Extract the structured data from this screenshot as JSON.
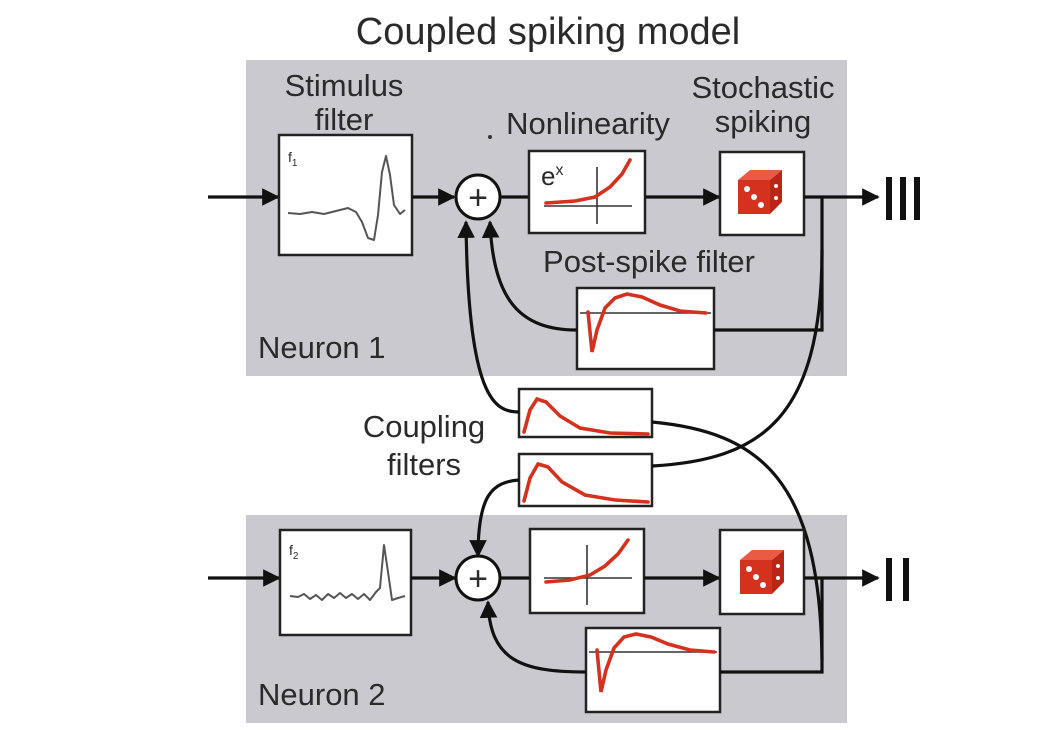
{
  "diagram": {
    "title": "Coupled spiking model",
    "labels": {
      "stimulus_filter_line1": "Stimulus",
      "stimulus_filter_line2": "filter",
      "nonlinearity": "Nonlinearity",
      "stochastic_line1": "Stochastic",
      "stochastic_line2": "spiking",
      "post_spike_filter": "Post-spike filter",
      "coupling_line1": "Coupling",
      "coupling_line2": "filters",
      "neuron1": "Neuron 1",
      "neuron2": "Neuron 2",
      "exp_label": "e",
      "exp_sup": "x",
      "filter1_label": "f",
      "filter1_sub": "1",
      "filter2_label": "f",
      "filter2_sub": "2",
      "sum_symbol": "+"
    },
    "outputs": {
      "neuron1_spikes": 3,
      "neuron2_spikes": 2
    },
    "colors": {
      "panel": "#c9c9cf",
      "curve": "#d4321f",
      "dice": "#d4321f"
    }
  }
}
